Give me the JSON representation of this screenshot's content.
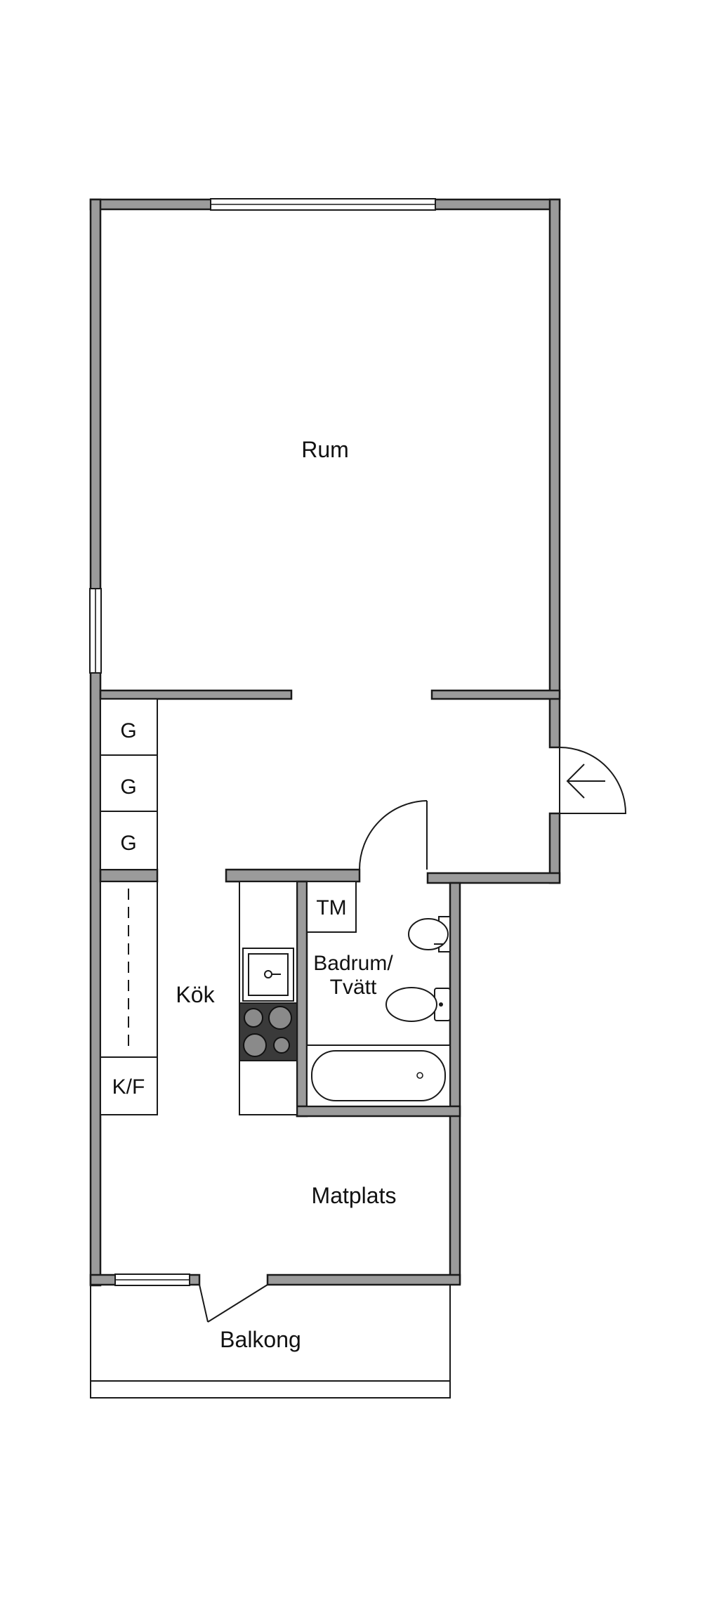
{
  "rooms": {
    "rum": "Rum",
    "kok": "Kök",
    "badrum_line1": "Badrum/",
    "badrum_line2": "Tvätt",
    "matplats": "Matplats",
    "balkong": "Balkong"
  },
  "fixtures": {
    "wardrobe_1": "G",
    "wardrobe_2": "G",
    "wardrobe_3": "G",
    "washing_machine": "TM",
    "fridge_freezer": "K/F"
  },
  "colors": {
    "wall_fill": "#9b9b9b",
    "line": "#1a1a1a",
    "stove": "#3a3a3a"
  }
}
